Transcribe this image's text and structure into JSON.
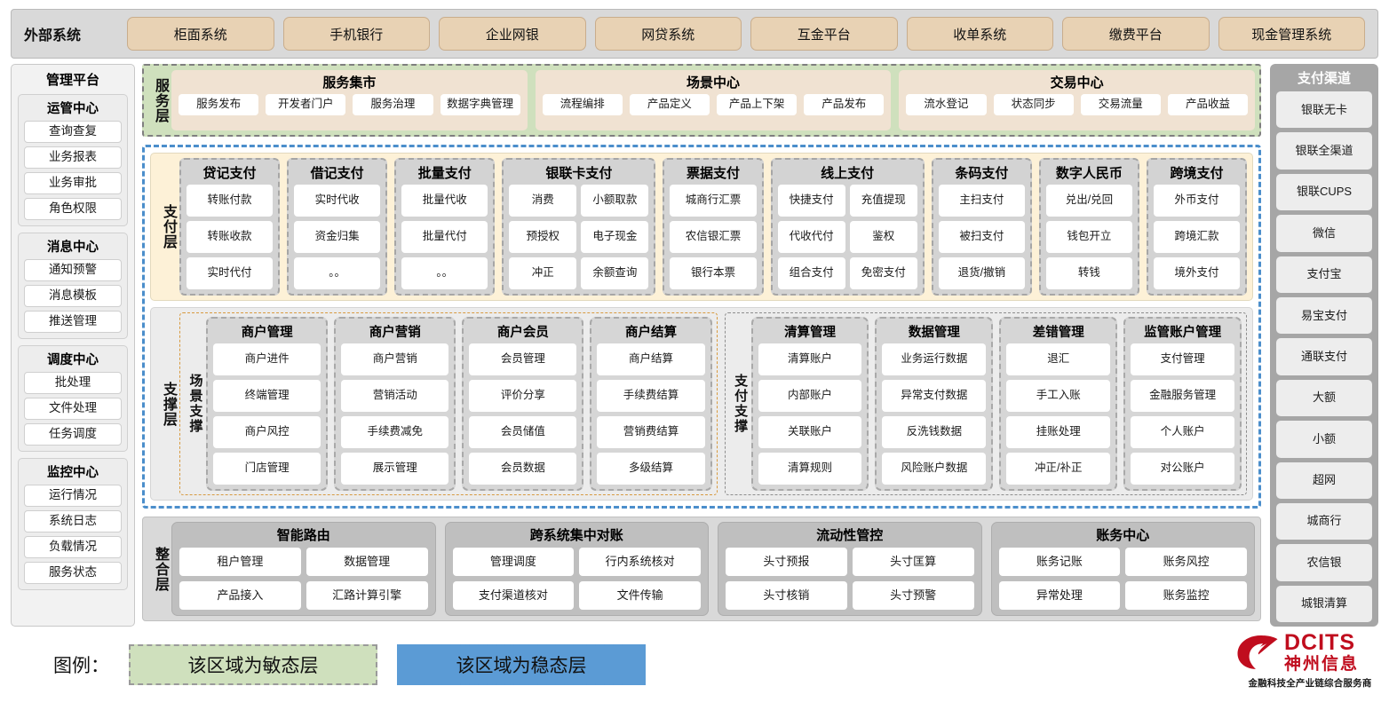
{
  "external": {
    "label": "外部系统",
    "items": [
      "柜面系统",
      "手机银行",
      "企业网银",
      "网贷系统",
      "互金平台",
      "收单系统",
      "缴费平台",
      "现金管理系统"
    ]
  },
  "management": {
    "title": "管理平台",
    "groups": [
      {
        "title": "运管中心",
        "items": [
          "查询查复",
          "业务报表",
          "业务审批",
          "角色权限"
        ]
      },
      {
        "title": "消息中心",
        "items": [
          "通知预警",
          "消息模板",
          "推送管理"
        ]
      },
      {
        "title": "调度中心",
        "items": [
          "批处理",
          "文件处理",
          "任务调度"
        ]
      },
      {
        "title": "监控中心",
        "items": [
          "运行情况",
          "系统日志",
          "负载情况",
          "服务状态"
        ]
      }
    ]
  },
  "service_layer": {
    "label": "服务层",
    "cards": [
      {
        "title": "服务集市",
        "items": [
          "服务发布",
          "开发者门户",
          "服务治理",
          "数据字典管理"
        ]
      },
      {
        "title": "场景中心",
        "items": [
          "流程编排",
          "产品定义",
          "产品上下架",
          "产品发布"
        ]
      },
      {
        "title": "交易中心",
        "items": [
          "流水登记",
          "状态同步",
          "交易流量",
          "产品收益"
        ]
      }
    ]
  },
  "payment_layer": {
    "label": "支付层",
    "cards": [
      {
        "title": "贷记支付",
        "cols": 1,
        "items": [
          "转账付款",
          "转账收款",
          "实时代付"
        ]
      },
      {
        "title": "借记支付",
        "cols": 1,
        "items": [
          "实时代收",
          "资金归集",
          "。。"
        ]
      },
      {
        "title": "批量支付",
        "cols": 1,
        "items": [
          "批量代收",
          "批量代付",
          "。。"
        ]
      },
      {
        "title": "银联卡支付",
        "cols": 2,
        "items": [
          "消费",
          "小额取款",
          "预授权",
          "电子现金",
          "冲正",
          "余额查询"
        ]
      },
      {
        "title": "票据支付",
        "cols": 1,
        "items": [
          "城商行汇票",
          "农信银汇票",
          "银行本票"
        ]
      },
      {
        "title": "线上支付",
        "cols": 2,
        "items": [
          "快捷支付",
          "充值提现",
          "代收代付",
          "鉴权",
          "组合支付",
          "免密支付"
        ]
      },
      {
        "title": "条码支付",
        "cols": 1,
        "items": [
          "主扫支付",
          "被扫支付",
          "退货/撤销"
        ]
      },
      {
        "title": "数字人民币",
        "cols": 1,
        "items": [
          "兑出/兑回",
          "钱包开立",
          "转钱"
        ]
      },
      {
        "title": "跨境支付",
        "cols": 1,
        "items": [
          "外币支付",
          "跨境汇款",
          "境外支付"
        ]
      }
    ]
  },
  "support_layer": {
    "label": "支撑层",
    "scene": {
      "label": "场景支撑",
      "cards": [
        {
          "title": "商户管理",
          "items": [
            "商户进件",
            "终端管理",
            "商户风控",
            "门店管理"
          ]
        },
        {
          "title": "商户营销",
          "items": [
            "商户营销",
            "营销活动",
            "手续费减免",
            "展示管理"
          ]
        },
        {
          "title": "商户会员",
          "items": [
            "会员管理",
            "评价分享",
            "会员储值",
            "会员数据"
          ]
        },
        {
          "title": "商户结算",
          "items": [
            "商户结算",
            "手续费结算",
            "营销费结算",
            "多级结算"
          ]
        }
      ]
    },
    "paysup": {
      "label": "支付支撑",
      "cards": [
        {
          "title": "清算管理",
          "items": [
            "清算账户",
            "内部账户",
            "关联账户",
            "清算规则"
          ]
        },
        {
          "title": "数据管理",
          "items": [
            "业务运行数据",
            "异常支付数据",
            "反洗钱数据",
            "风险账户数据"
          ]
        },
        {
          "title": "差错管理",
          "items": [
            "退汇",
            "手工入账",
            "挂账处理",
            "冲正/补正"
          ]
        },
        {
          "title": "监管账户管理",
          "items": [
            "支付管理",
            "金融服务管理",
            "个人账户",
            "对公账户"
          ]
        }
      ]
    }
  },
  "integration_layer": {
    "label": "整合层",
    "cards": [
      {
        "title": "智能路由",
        "items": [
          "租户管理",
          "数据管理",
          "产品接入",
          "汇路计算引擎"
        ]
      },
      {
        "title": "跨系统集中对账",
        "items": [
          "管理调度",
          "行内系统核对",
          "支付渠道核对",
          "文件传输"
        ]
      },
      {
        "title": "流动性管控",
        "items": [
          "头寸预报",
          "头寸匡算",
          "头寸核销",
          "头寸预警"
        ]
      },
      {
        "title": "账务中心",
        "items": [
          "账务记账",
          "账务风控",
          "异常处理",
          "账务监控"
        ]
      }
    ]
  },
  "channels": {
    "title": "支付渠道",
    "items": [
      "银联无卡",
      "银联全渠道",
      "银联CUPS",
      "微信",
      "支付宝",
      "易宝支付",
      "通联支付",
      "大额",
      "小额",
      "超网",
      "城商行",
      "农信银",
      "城银清算"
    ]
  },
  "legend": {
    "label": "图例：",
    "agile": "该区域为敏态层",
    "stable": "该区域为稳态层"
  },
  "logo": {
    "en": "DCITS",
    "cn": "神州信息",
    "tagline": "金融科技全产业链综合服务商"
  },
  "colors": {
    "agile_green": "#cfe0bd",
    "stable_blue": "#5b9bd5",
    "external_tan": "#e8d2b4",
    "payment_cream": "#fdf1d7",
    "brand_red": "#c00d1e"
  }
}
